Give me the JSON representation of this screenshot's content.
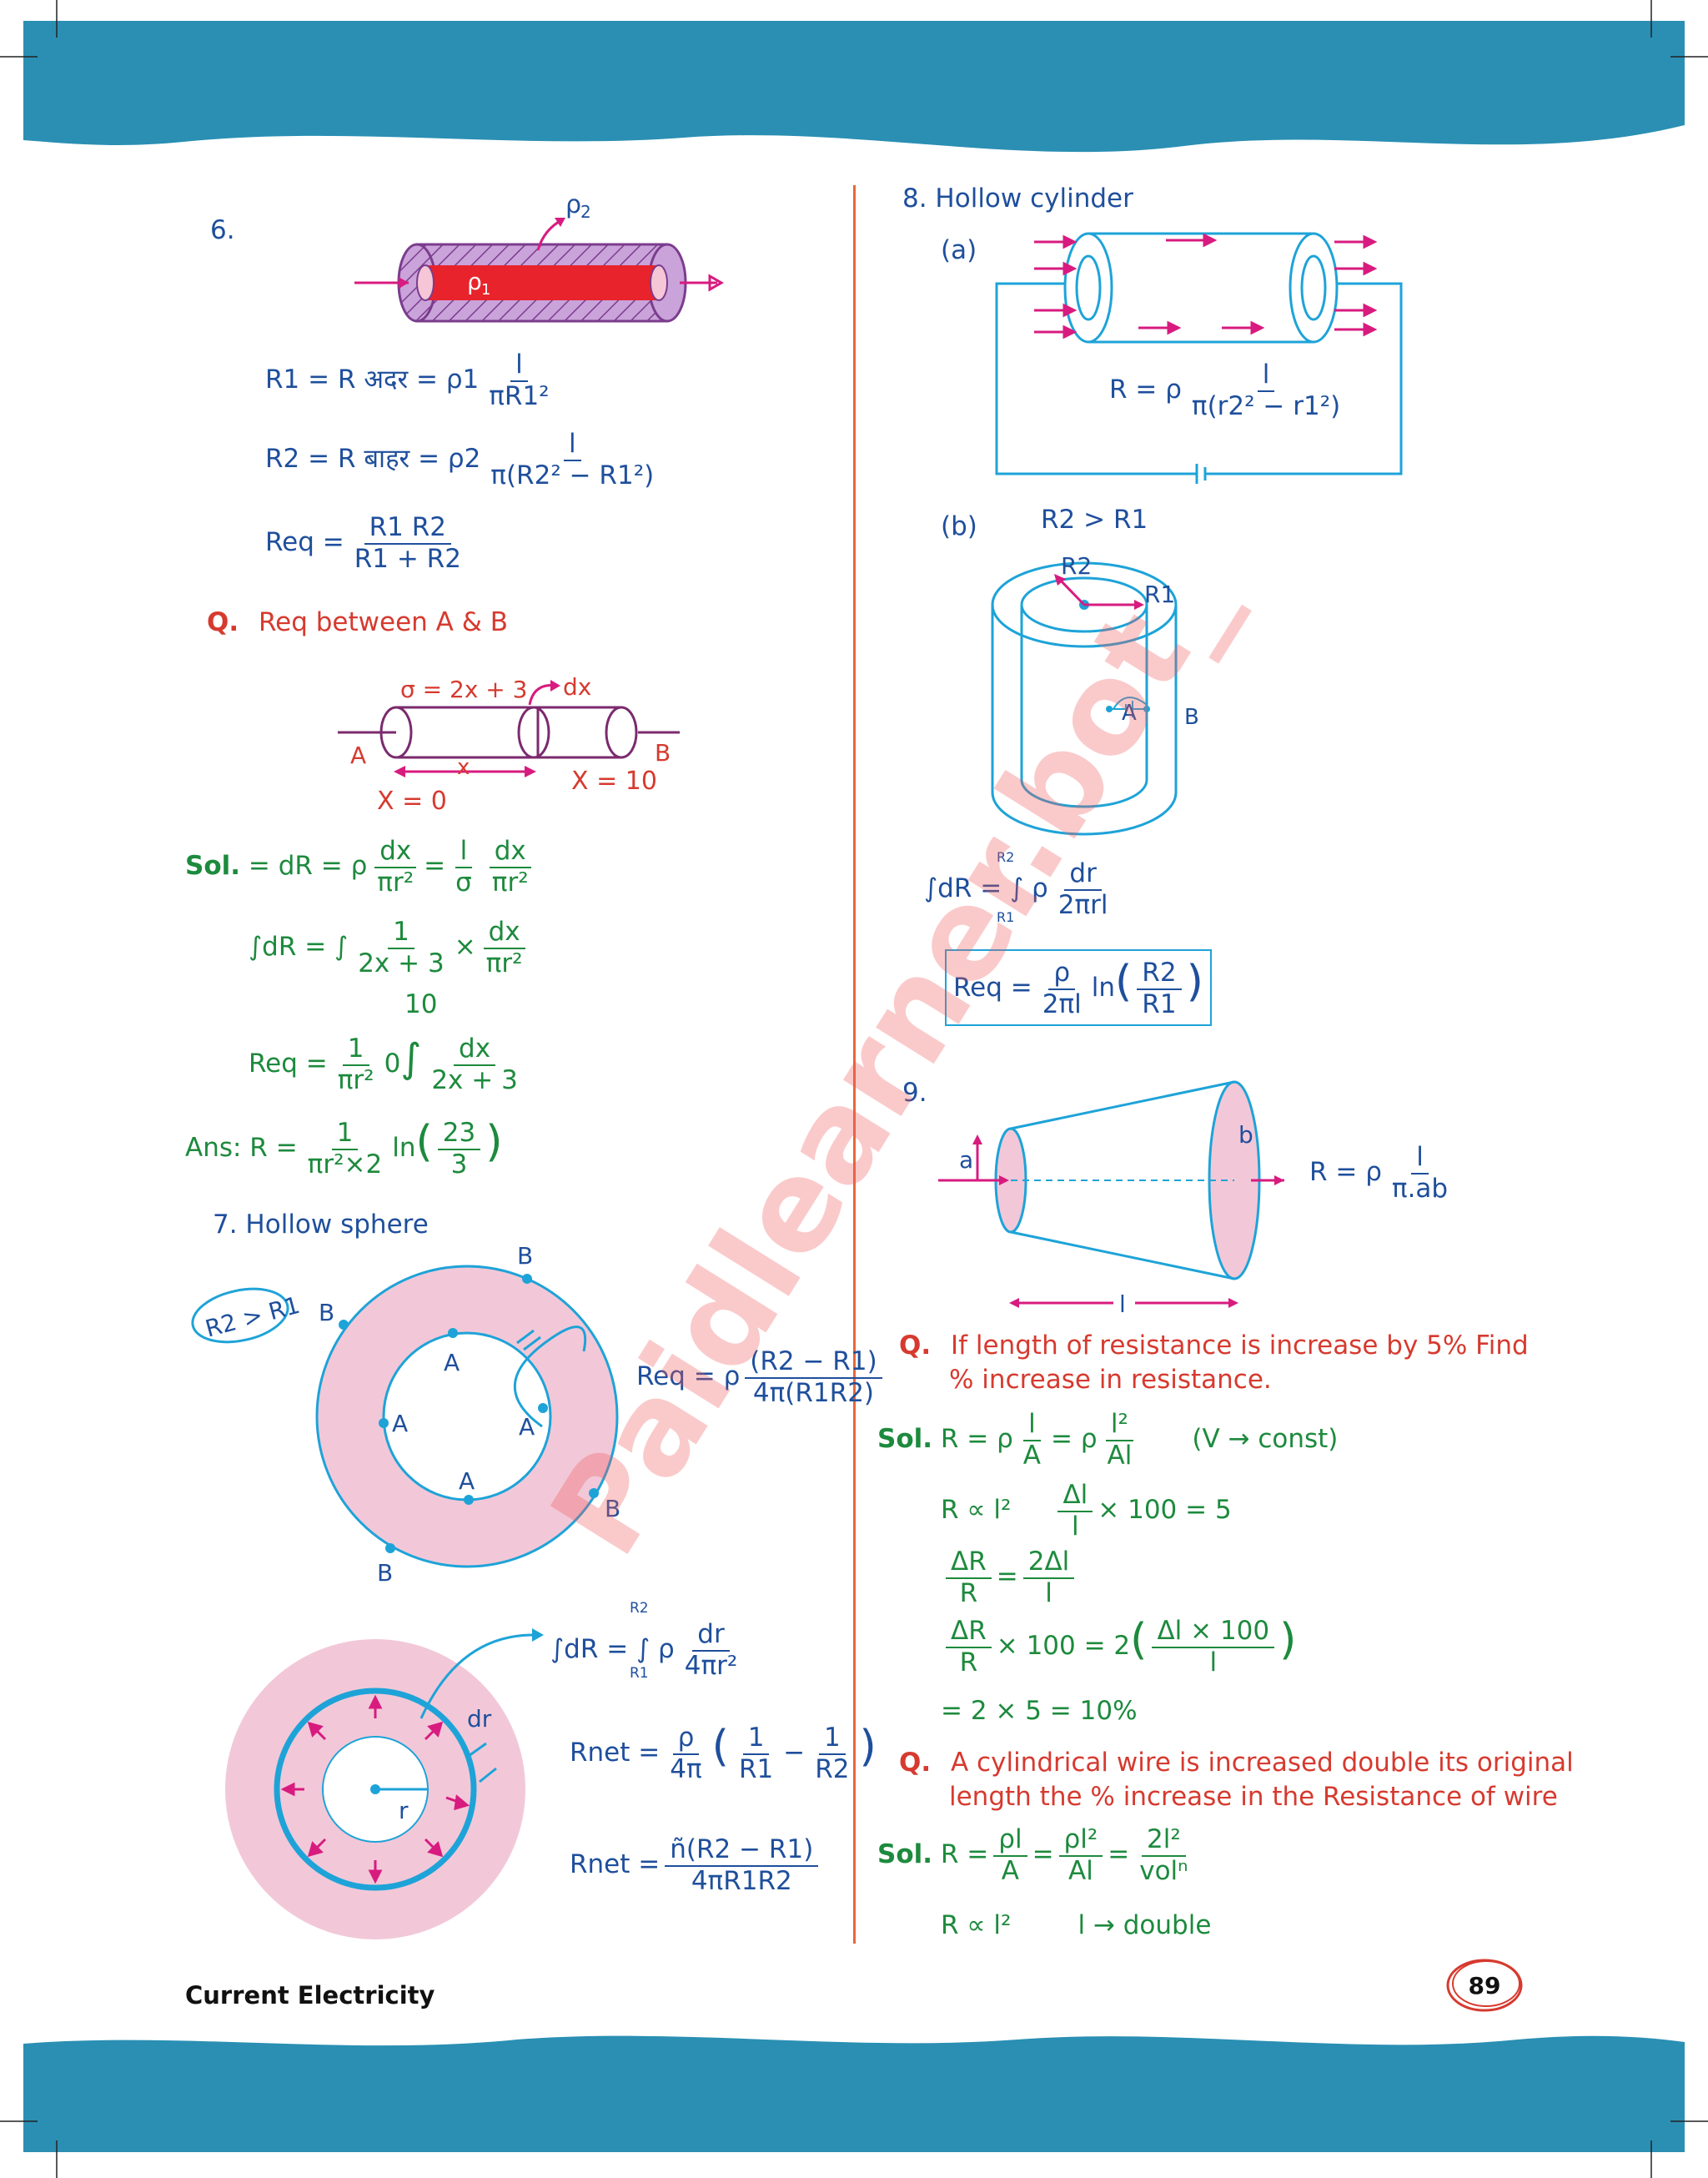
{
  "page": {
    "footer_title": "Current Electricity",
    "page_number": "89",
    "watermark": "Paidlearner.bot_"
  },
  "q6": {
    "num": "6.",
    "rho2": "ρ2",
    "rho1": "ρ1",
    "eq1": {
      "lhs": "R1 = R अदर = ρ1",
      "num": "l",
      "den": "πR1²"
    },
    "eq2": {
      "lhs": "R2 = R बाहर = ρ2",
      "num": "l",
      "den": "π(R2² − R1²)"
    },
    "eq3": {
      "lhs": "Req =",
      "num": "R1 R2",
      "den": "R1 + R2"
    }
  },
  "qAB": {
    "q_label": "Q.",
    "q_text": "Req between A & B",
    "sigma": "σ = 2x + 3",
    "dx": "dx",
    "A": "A",
    "B": "B",
    "x": "x",
    "x0": "X = 0",
    "x10": "X = 10",
    "sol_label": "Sol.",
    "sol1": {
      "a": "= dR = ρ",
      "n1": "dx",
      "d1": "πr²",
      "b": "=",
      "n2": "l",
      "d2": "σ",
      "n3": "dx",
      "d3": "πr²"
    },
    "sol2": {
      "a": "∫dR = ∫",
      "n1": "1",
      "d1": "2x + 3",
      "b": "×",
      "n2": "dx",
      "d2": "πr²"
    },
    "upper": "10",
    "sol3": {
      "a": "Req =",
      "n1": "1",
      "d1": "πr²",
      "lower": "0",
      "n2": "dx",
      "d2": "2x + 3"
    },
    "ans": {
      "a": "Ans: R =",
      "n1": "1",
      "d1": "πr²×2",
      "ln": "ln",
      "n2": "23",
      "d2": "3"
    }
  },
  "q7": {
    "title": "7. Hollow sphere",
    "cond": "R2 > R1",
    "labels": [
      "B",
      "B",
      "A",
      "A",
      "A",
      "A",
      "B",
      "B"
    ],
    "req": {
      "a": "Req = ρ",
      "num": "(R2 − R1)",
      "den": "4π(R1R2)"
    },
    "int": {
      "a": "∫dR = ∫ ρ",
      "num": "dr",
      "den": "4πr²",
      "upper": "R2",
      "lower": "R1"
    },
    "dr": "dr",
    "r": "r",
    "rnet1": {
      "a": "Rnet =",
      "n1": "ρ",
      "d1": "4π",
      "n2": "1",
      "d2": "R1",
      "minus": "−",
      "n3": "1",
      "d3": "R2"
    },
    "rnet2": {
      "a": "Rnet =",
      "num": "ñ(R2 − R1)",
      "den": "4πR1R2"
    }
  },
  "q8": {
    "title": "8. Hollow cylinder",
    "a_label": "(a)",
    "b_label": "(b)",
    "eq_a": {
      "a": "R = ρ",
      "num": "l",
      "den": "π(r2² − r1²)"
    },
    "cond": "R2 > R1",
    "R2": "R2",
    "R1": "R1",
    "A": "A",
    "B": "B",
    "int": {
      "a": "∫dR = ∫ ρ",
      "num": "dr",
      "den": "2πrl",
      "upper": "R2",
      "lower": "R1"
    },
    "req": {
      "a": "Req =",
      "n1": "ρ",
      "d1": "2πl",
      "ln": "ln",
      "n2": "R2",
      "d2": "R1"
    }
  },
  "q9": {
    "num": "9.",
    "a": "a",
    "b": "b",
    "l": "l",
    "eq": {
      "a": "R = ρ",
      "num": "l",
      "den": "π.ab"
    }
  },
  "qLen": {
    "q_label": "Q.",
    "q_text1": "If length of resistance is increase by 5% Find",
    "q_text2": "% increase in resistance.",
    "sol_label": "Sol.",
    "l1": {
      "a": "R = ρ",
      "n1": "l",
      "d1": "A",
      "b": "= ρ",
      "n2": "l²",
      "d2": "Al",
      "c": "(V → const)"
    },
    "l2": {
      "a": "R ∝ l²",
      "n1": "Δl",
      "d1": "l",
      "b": "× 100 = 5"
    },
    "l3": {
      "n1": "ΔR",
      "d1": "R",
      "b": "=",
      "n2": "2Δl",
      "d2": "l"
    },
    "l4": {
      "n1": "ΔR",
      "d1": "R",
      "b": "× 100 = 2",
      "n2": "Δl × 100",
      "d2": "l"
    },
    "l5": "= 2 × 5 = 10%"
  },
  "qWire": {
    "q_label": "Q.",
    "q_text1": "A cylindrical wire is increased double its original",
    "q_text2": "length the % increase in the Resistance of wire",
    "sol_label": "Sol.",
    "l1": {
      "a": "R =",
      "n1": "ρl",
      "d1": "A",
      "b": "=",
      "n2": "ρl²",
      "d2": "Al",
      "c": "=",
      "n3": "2l²",
      "d3": "volⁿ"
    },
    "l2": {
      "a": "R ∝ l²",
      "b": "l → double"
    }
  },
  "colors": {
    "banner": "#2a8fb3",
    "accent_red": "#d63a2f",
    "text_blue": "#1f4f9c",
    "text_green": "#1d8a3d",
    "cyan": "#1ea3d8",
    "magenta": "#d81b7f",
    "divider": "#e8663a"
  }
}
